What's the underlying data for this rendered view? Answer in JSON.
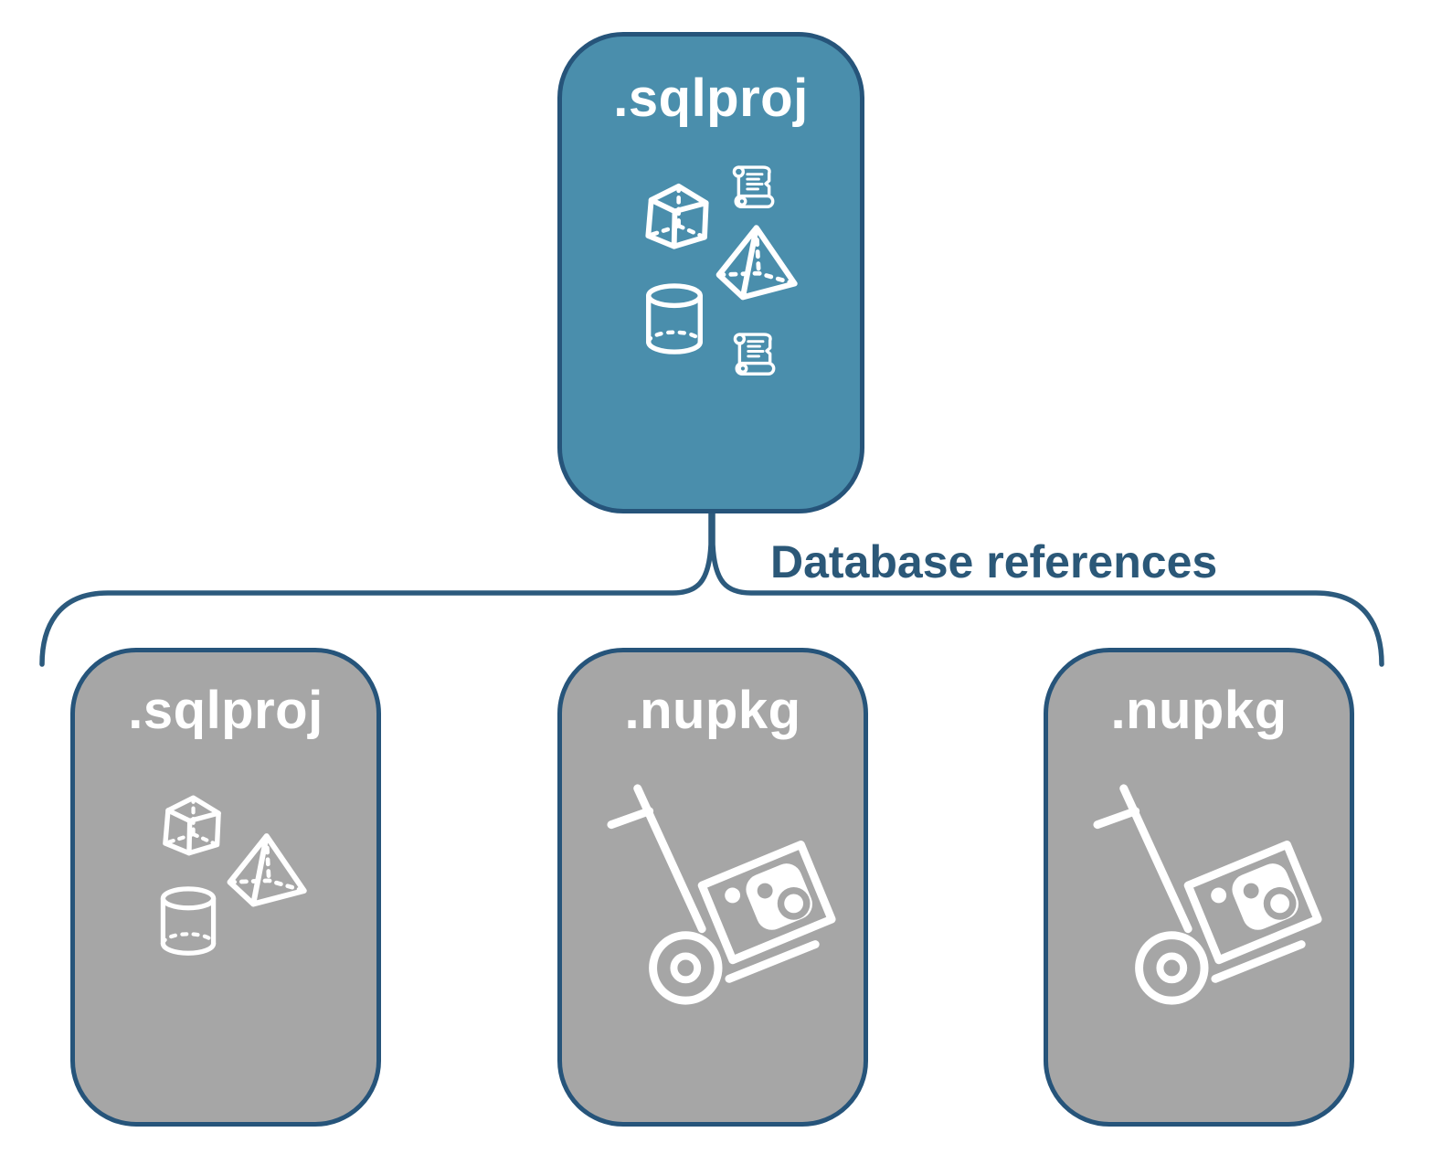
{
  "diagram": {
    "root_card": {
      "label": ".sqlproj",
      "icons": [
        "scroll-icon",
        "cube-icon",
        "pyramid-icon",
        "cylinder-icon",
        "scroll-icon"
      ]
    },
    "connector": {
      "label": "Database references",
      "shape": "curly-brace"
    },
    "child_cards": [
      {
        "label": ".sqlproj",
        "icons": [
          "cube-icon",
          "pyramid-icon",
          "cylinder-icon"
        ]
      },
      {
        "label": ".nupkg",
        "icons": [
          "hand-truck-package-icon"
        ]
      },
      {
        "label": ".nupkg",
        "icons": [
          "hand-truck-package-icon"
        ]
      }
    ],
    "colors": {
      "root_card_fill": "#4A8EAC",
      "child_card_fill": "#A6A6A6",
      "card_outline": "#26547A",
      "connector_stroke": "#2C5A7D",
      "connector_label_text": "#2B5878",
      "icon_and_title": "#FFFFFF"
    }
  }
}
